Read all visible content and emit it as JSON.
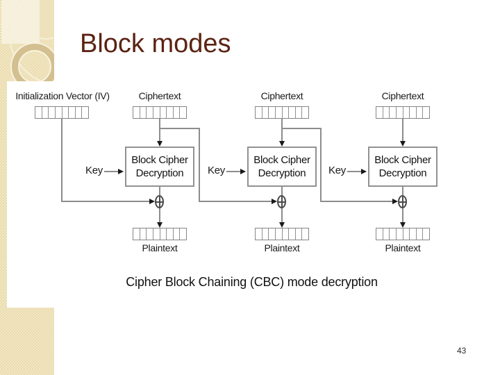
{
  "slide": {
    "title": "Block modes",
    "page_number": "43"
  },
  "colors": {
    "title_text": "#5b2313",
    "sidebar_base": "#eadcae",
    "sidebar_light": "#f3edd6",
    "sidebar_ring": "#d3bf90",
    "diagram_line": "#8c8c8c",
    "diagram_text": "#1a1a1a",
    "box_border": "#919191"
  },
  "diagram": {
    "caption": "Cipher Block Chaining (CBC) mode decryption",
    "iv_label": "Initialization Vector (IV)",
    "key_label": "Key",
    "xor_symbol": "⊕",
    "cells_per_block": 8,
    "columns": [
      {
        "top_label": "Ciphertext",
        "box_line1": "Block Cipher",
        "box_line2": "Decryption",
        "bottom_label": "Plaintext"
      },
      {
        "top_label": "Ciphertext",
        "box_line1": "Block Cipher",
        "box_line2": "Decryption",
        "bottom_label": "Plaintext"
      },
      {
        "top_label": "Ciphertext",
        "box_line1": "Block Cipher",
        "box_line2": "Decryption",
        "bottom_label": "Plaintext"
      }
    ]
  }
}
